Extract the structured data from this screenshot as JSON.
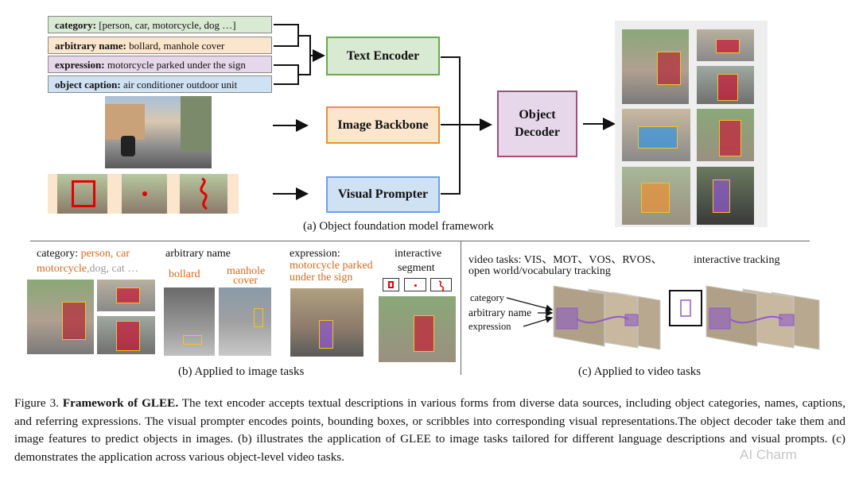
{
  "panel_a": {
    "tags": [
      {
        "key": "category:",
        "value": " [person, car, motorcycle, dog …]",
        "bg": "#d9ead3"
      },
      {
        "key": "arbitrary name:",
        "value": " bollard, manhole cover",
        "bg": "#fce5cd"
      },
      {
        "key": "expression:",
        "value": " motorcycle parked under the sign",
        "bg": "#e6d7ea"
      },
      {
        "key": "object caption:",
        "value": " air conditioner outdoor unit",
        "bg": "#cfe2f3"
      }
    ],
    "text_encoder": "Text Encoder",
    "image_backbone": "Image Backbone",
    "visual_prompter": "Visual Prompter",
    "object_decoder": "Object Decoder",
    "subcaption": "(a) Object foundation model framework"
  },
  "panel_b": {
    "category_label": "category:",
    "category_orange": "person, car",
    "category_orange2": "motorcycle",
    "category_grey": ",dog, cat …",
    "arbitrary_label": "arbitrary name",
    "bollard": "bollard",
    "manhole": "manhole",
    "cover": "cover",
    "expression_label": "expression:",
    "expression_orange1": "motorcycle parked",
    "expression_orange2": "under the sign",
    "interactive_label1": "interactive",
    "interactive_label2": "segment",
    "subcaption": "(b) Applied to image tasks"
  },
  "panel_c": {
    "video_tasks1": "video tasks: VIS、MOT、VOS、RVOS、",
    "video_tasks2": "open world/vocabulary tracking",
    "interactive_tracking": "interactive tracking",
    "inputs": [
      "category",
      "arbitrary name",
      "expression"
    ],
    "subcaption": "(c) Applied to video tasks"
  },
  "caption": {
    "prefix": "Figure 3. ",
    "bold": "Framework of GLEE.",
    "body": " The text encoder accepts textual descriptions in various forms from diverse data sources, including object categories, names, captions, and referring expressions. The visual prompter encodes points, bounding boxes, or scribbles into corresponding visual representations.The object decoder take them and image features to predict objects in images. (b) illustrates the application of GLEE to image tasks tailored for different language descriptions and visual prompts. (c) demonstrates the application across various object-level video tasks."
  },
  "watermark": "AI Charm",
  "colors": {
    "text_encoder": "#6aa84f",
    "image_backbone": "#e69138",
    "visual_prompter": "#6d9eeb",
    "object_decoder": "#a64d79",
    "prediction_box": "#f1c232",
    "mask_purple": "#8e5bc4"
  }
}
